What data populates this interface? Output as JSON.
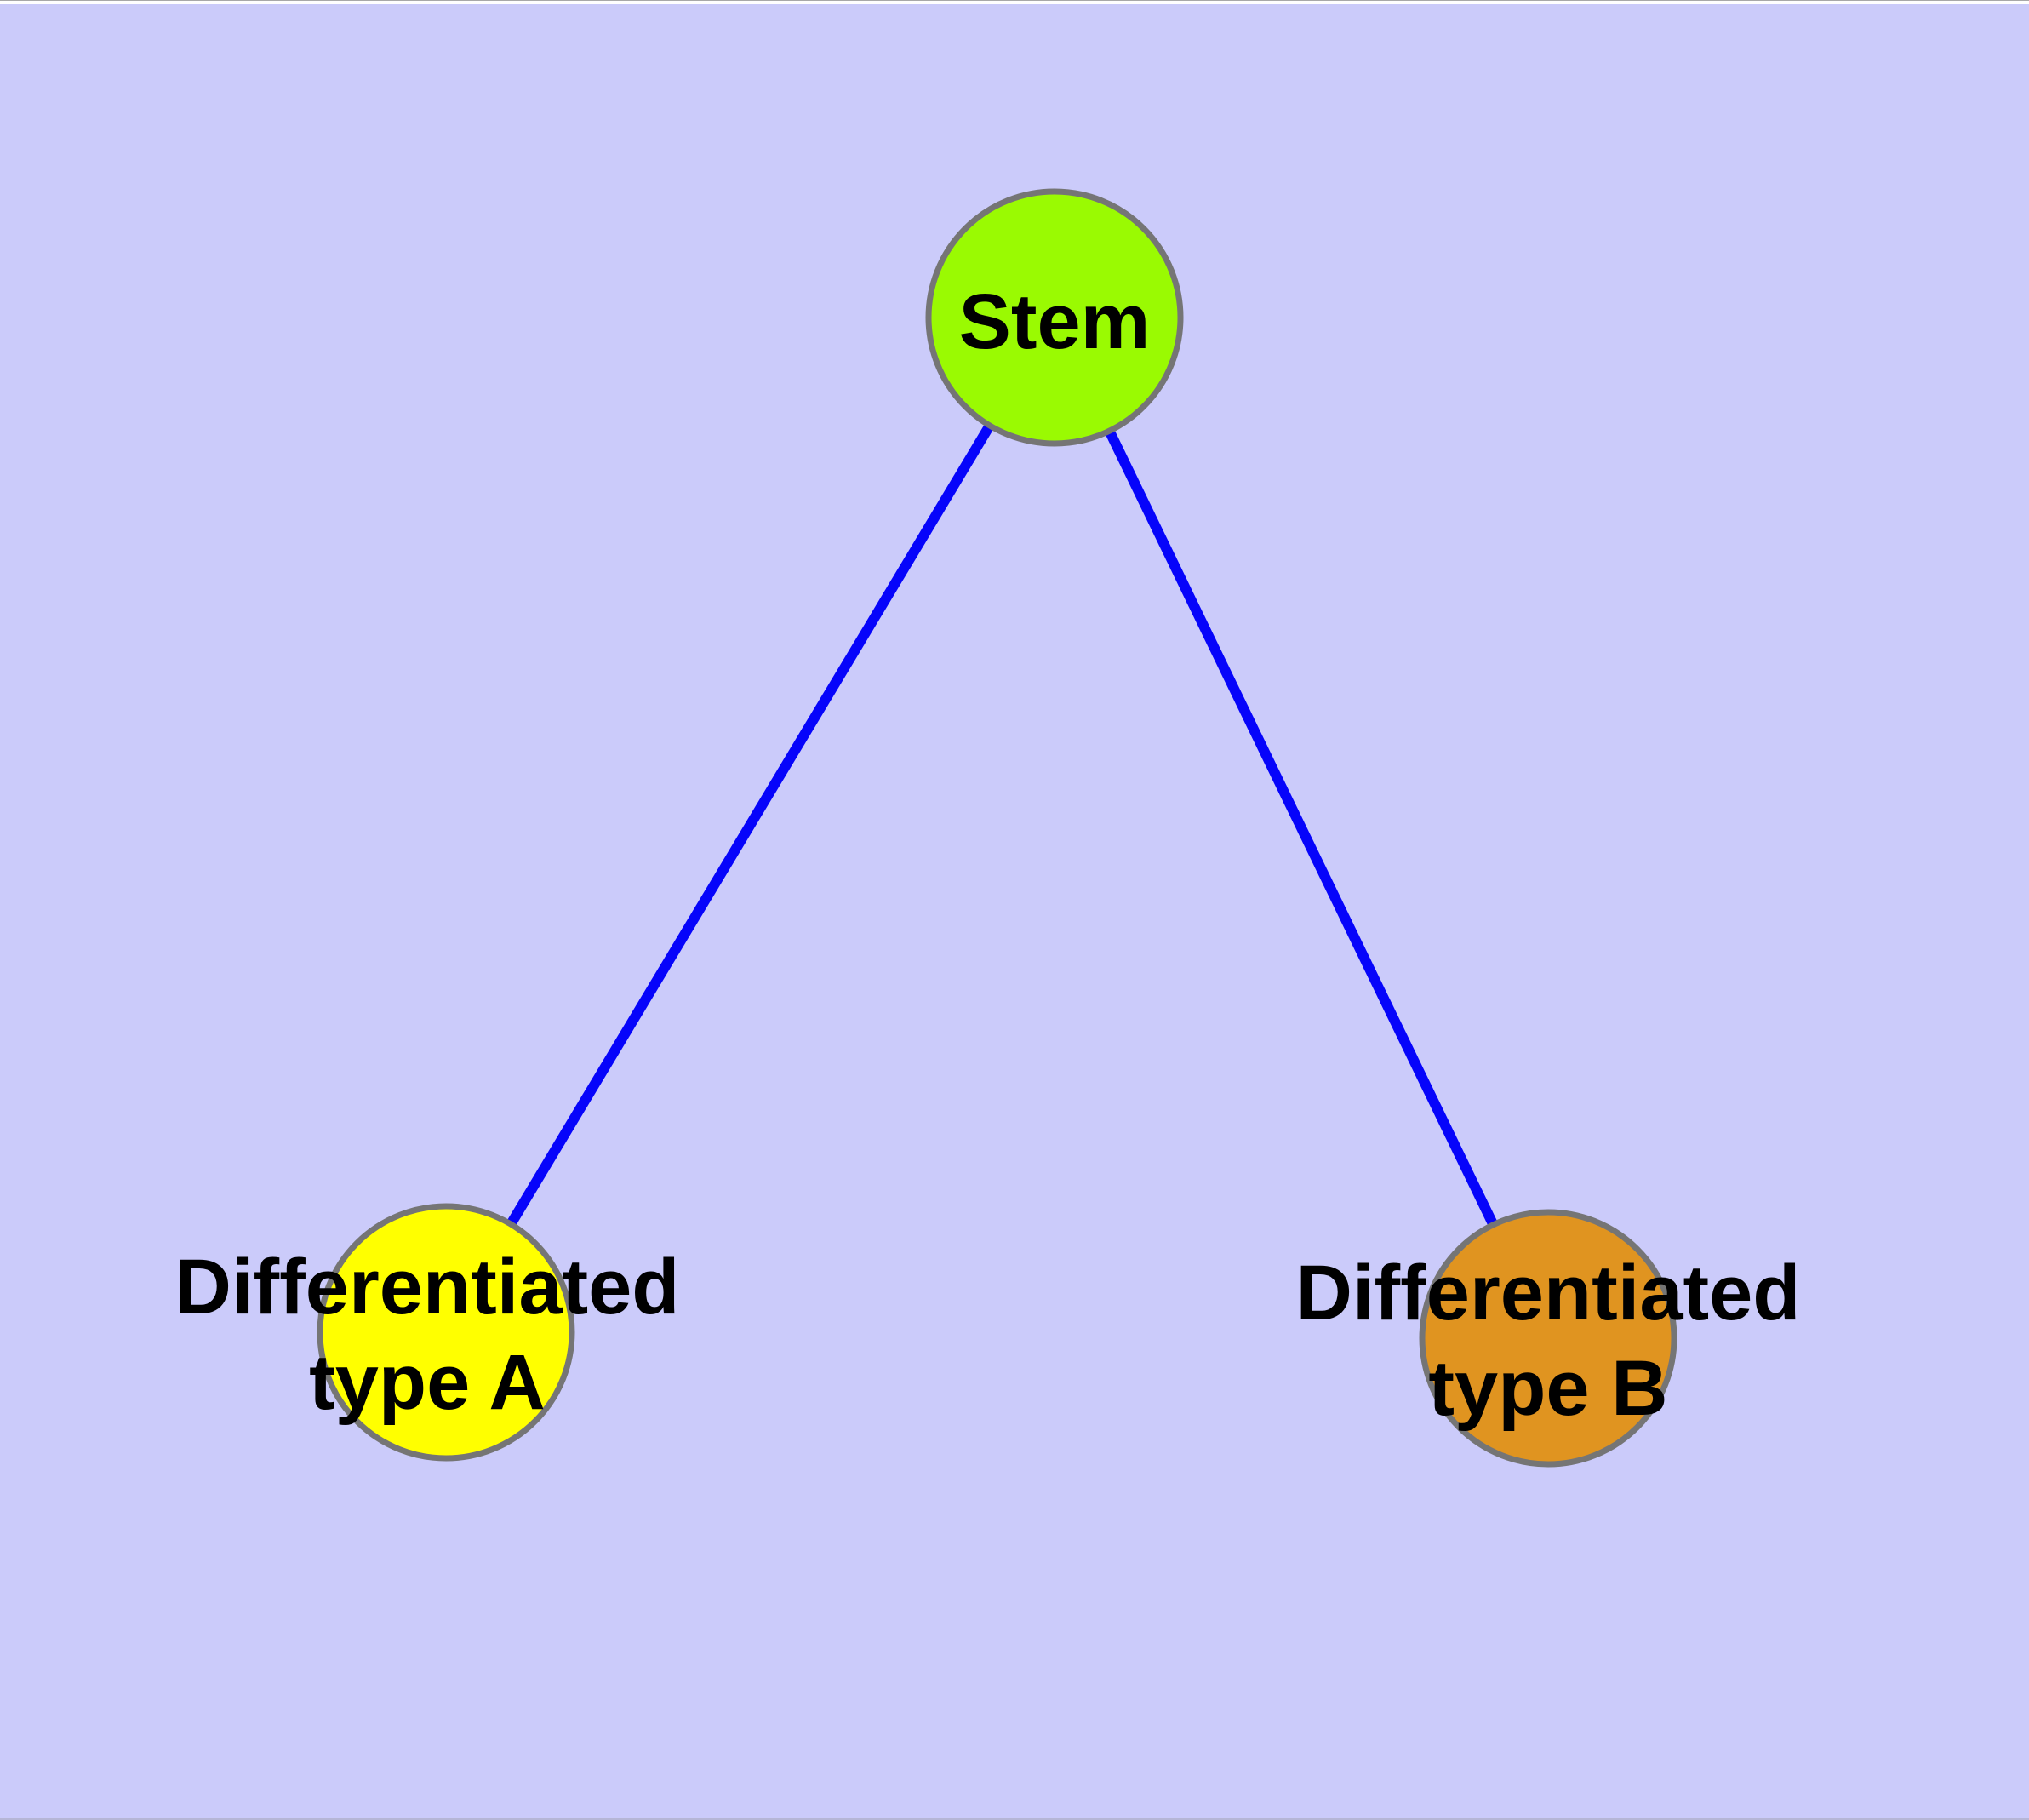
{
  "diagram": {
    "type": "node-link-graph",
    "background_color": "#CBCBFA",
    "edge_color": "#0604FA",
    "node_border_color": "#757575",
    "label_color": "#000000",
    "nodes": [
      {
        "id": "stem",
        "label": "Stem",
        "label_line1": "Stem",
        "label_line2": "",
        "fill": "#9AFA02"
      },
      {
        "id": "type_a",
        "label": "Differentiated type A",
        "label_line1": "Differentiated",
        "label_line2": "type A",
        "fill": "#FFFF00"
      },
      {
        "id": "type_b",
        "label": "Differentiated type B",
        "label_line1": "Differentiated",
        "label_line2": "type B",
        "fill": "#E09420"
      }
    ],
    "edges": [
      {
        "from": "Stem",
        "to": "Differentiated type A"
      },
      {
        "from": "Stem",
        "to": "Differentiated type B"
      }
    ]
  }
}
